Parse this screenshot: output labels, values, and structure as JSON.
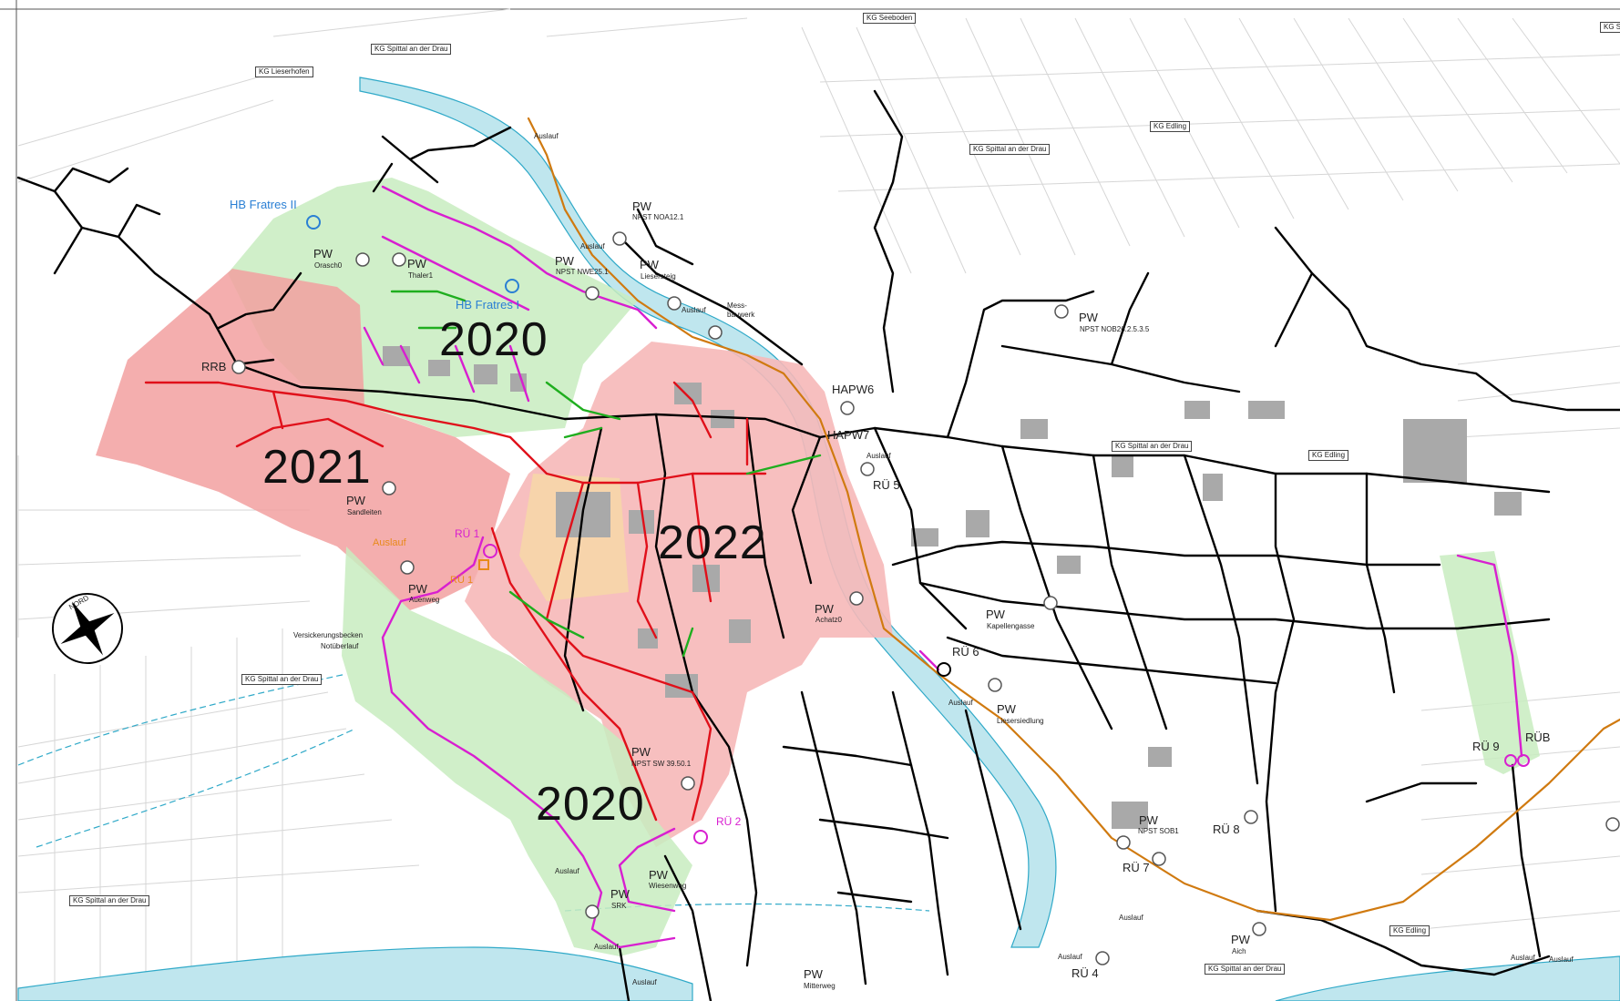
{
  "years": {
    "a": "2020",
    "b": "2021",
    "c": "2022",
    "d": "2020"
  },
  "kg": {
    "seeboden": "KG Seeboden",
    "spittal1": "KG Spittal an der Drau",
    "lieserhofen": "KG Lieserhofen",
    "edling1": "KG Edling",
    "spittal2": "KG Spittal an der Drau",
    "spittal3": "KG Spittal an der Drau",
    "edling2": "KG Edling",
    "spittal4": "KG Spittal an der Drau",
    "spittal5": "KG Spittal an der Drau",
    "edling3": "KG Edling",
    "spittal6": "KG Spittal an der Drau",
    "cutoff": "KG S"
  },
  "labels": {
    "hb_fratres2": "HB Fratres II",
    "hb_fratres1": "HB Fratres I",
    "pw": "PW",
    "orasch": "Orasch0",
    "thaler": "Thaler1",
    "npst_nwe": "NPST NWE25.1",
    "liesersteig": "Liesersteig",
    "npst_noa": "NPST NOA12.1",
    "auslauf": "Auslauf",
    "mess": "Mess-",
    "bauwerk": "bauwerk",
    "npst_nob": "NPST NOB26.2.5.3.5",
    "rrb": "RRB",
    "hapw6": "HAPW6",
    "hapw7": "HAPW7",
    "ru5": "RÜ 5",
    "sandleiten": "Sandleiten",
    "ru1": "RÜ 1",
    "auenweg": "Auenweg",
    "achatz": "Achatz0",
    "kapellengasse": "Kapellengasse",
    "ru6": "RÜ 6",
    "liesersiedlung": "Liesersiedlung",
    "versickerung": "Versickerungsbecken",
    "notueberlauf": "Notüberlauf",
    "npst_sw": "NPST SW 39.50.1",
    "ru2": "RÜ 2",
    "wiesenweg": "Wiesenweg",
    "srk": "SRK",
    "npst_sob": "NPST SOB1",
    "ru8": "RÜ 8",
    "ru7": "RÜ 7",
    "ru4": "RÜ 4",
    "aich": "Aich",
    "ru9": "RÜ 9",
    "rub": "RÜB",
    "mitterweg": "Mitterweg",
    "compass": "NORD"
  },
  "colors": {
    "zone_green": "#c8ecc0",
    "zone_red": "#f2a0a0",
    "zone_orange": "#f6d6a8",
    "sewer_existing": "#000000",
    "sewer_red": "#e0101a",
    "sewer_green": "#1fae1f",
    "sewer_magenta": "#d81fd0",
    "pressure_main": "#d07a10",
    "river": "#bfe6ee",
    "river_edge": "#2fa9c8"
  }
}
